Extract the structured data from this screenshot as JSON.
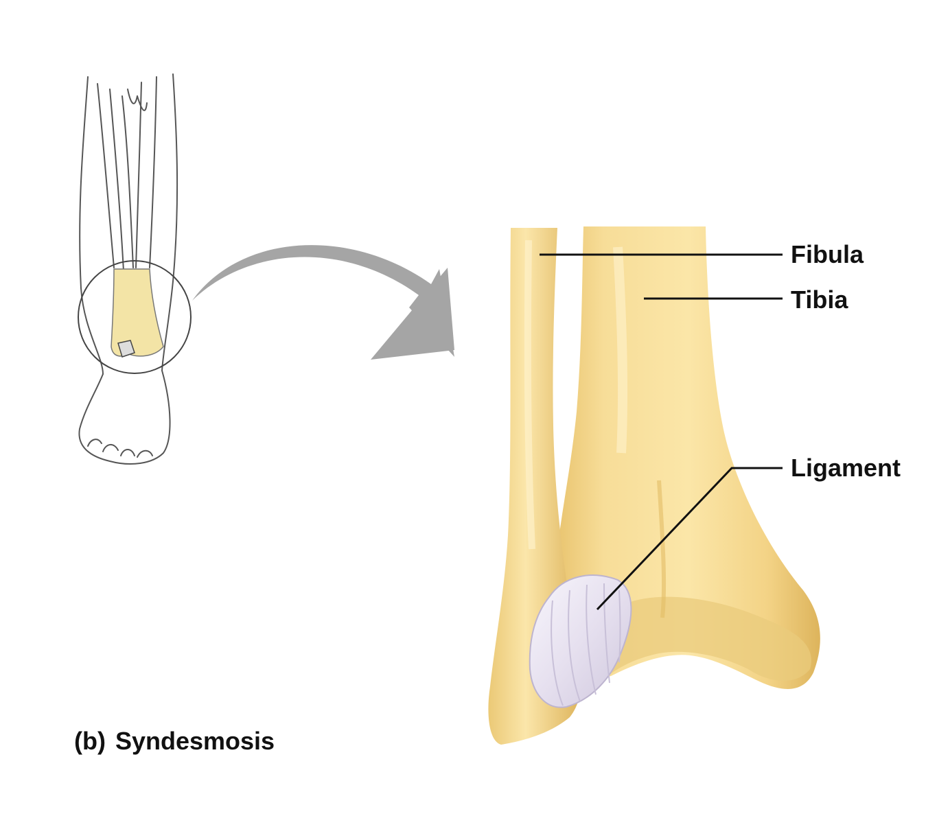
{
  "labels": {
    "fibula": "Fibula",
    "tibia": "Tibia",
    "ligament": "Ligament"
  },
  "caption": {
    "part": "(b)",
    "title": "Syndesmosis"
  },
  "colors": {
    "bone": "#F3D58A",
    "bone_shadow": "#D9AE55",
    "bone_light": "#FBEBB8",
    "ligament": "#ECE8F4",
    "arrow": "#A5A5A5",
    "outline": "#555555",
    "leader_line": "#111111"
  }
}
